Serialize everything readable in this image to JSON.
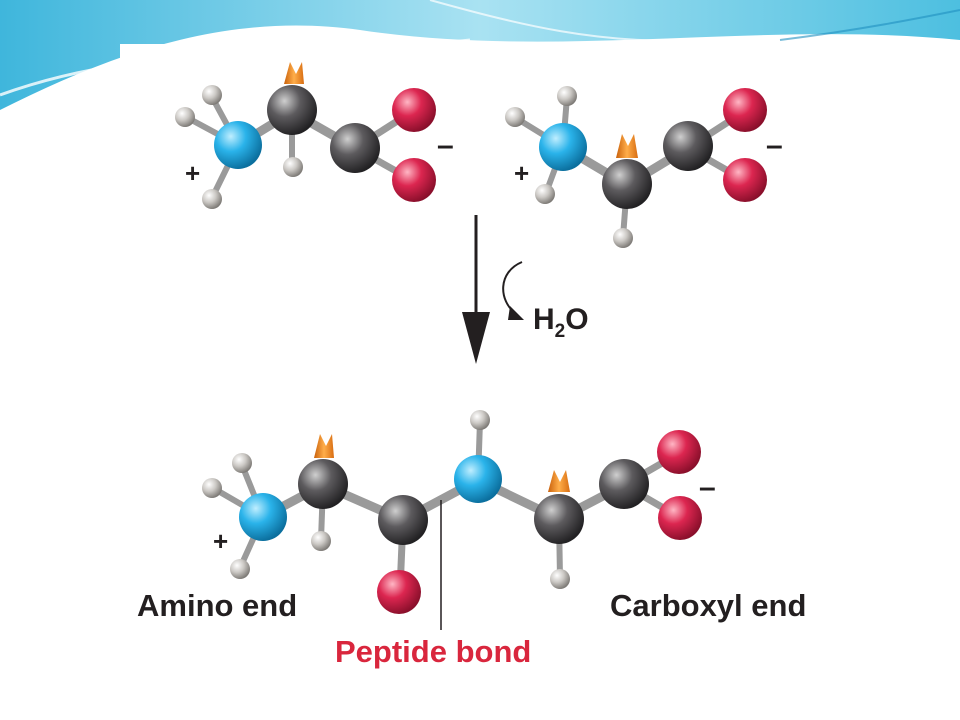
{
  "labels": {
    "water": "H",
    "water_sub": "2",
    "water_tail": "O",
    "amino_end": "Amino end",
    "carboxyl_end": "Carboxyl end",
    "peptide_bond": "Peptide bond",
    "plus": "+",
    "minus": "–"
  },
  "colors": {
    "nitrogen": "#2ab3ea",
    "carbon": "#555456",
    "oxygen": "#d9264a",
    "hydrogen": "#c9c6c2",
    "side_chain": "#f08a1e",
    "label_red": "#d9263d",
    "banner": "#7fd0ea"
  }
}
